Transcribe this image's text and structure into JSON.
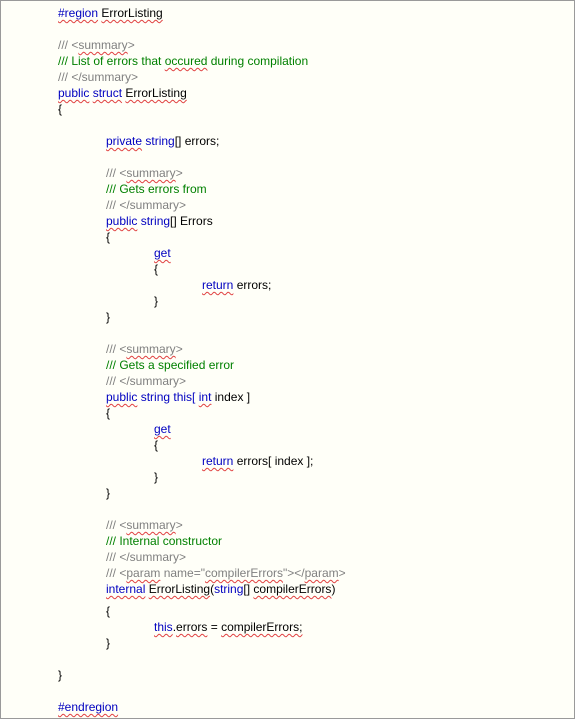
{
  "doc": {
    "region_kw": "#region",
    "region_name": "ErrorListing",
    "sum1_open_a": "/// <",
    "summary_word": "summary",
    "sum_close_b": ">",
    "sum1_text": "/// List of errors that ",
    "sum1_occured": "occured",
    "sum1_text2": " during compilation",
    "sum1_end": "/// </summary>",
    "public": "public",
    "struct": "struct",
    "struct_name": "ErrorListing",
    "brace_open": "{",
    "brace_close": "}",
    "private": "private",
    "string": "string",
    "field_rest": "[] errors;",
    "sum2_text": "/// Gets errors from",
    "prop1_rest": "[] Errors",
    "get": "get",
    "return": "return",
    "return1_rest": " errors;",
    "sum3_text": "/// Gets a specified error",
    "idx_string": "string this[ ",
    "int": "int",
    "idx_rest": " index ]",
    "return2_rest": " errors[ index ];",
    "sum4_text": "/// Internal constructor",
    "param_open": "/// <",
    "param_word": "param",
    "param_name_attr": " name=\"",
    "param_value": "compilerErrors",
    "param_mid": "\"></",
    "param_close": ">",
    "internal": "internal",
    "ctor_name": "ErrorListing",
    "ctor_paren": "(",
    "ctor_string": "string",
    "ctor_arr": "[] ",
    "ctor_arg": "compilerErrors",
    "ctor_end": ")",
    "this_kw": "this",
    "assign_dot": ".",
    "assign_field": "errors",
    "assign_eq": " = ",
    "assign_val": "compilerErrors;",
    "endregion": "#endregion"
  }
}
